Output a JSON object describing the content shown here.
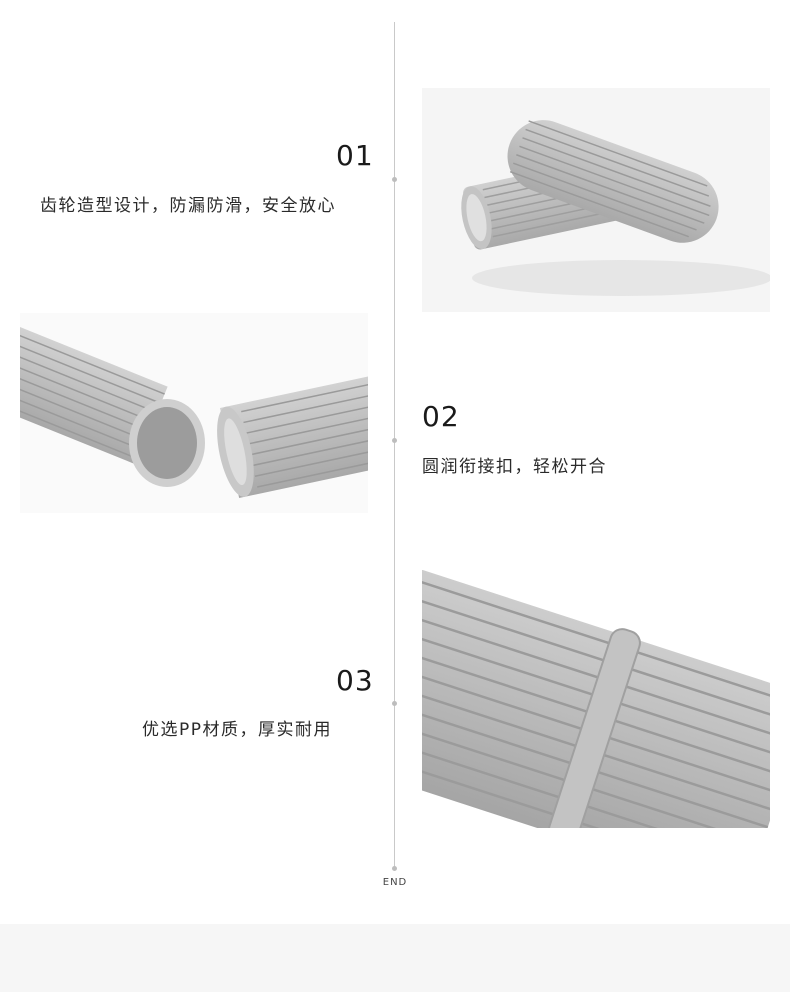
{
  "sections": [
    {
      "number": "01",
      "caption": "齿轮造型设计，防漏防滑，安全放心"
    },
    {
      "number": "02",
      "caption": "圆润衔接扣，轻松开合"
    },
    {
      "number": "03",
      "caption": "优选PP材质，厚实耐用"
    }
  ],
  "end_label": "END",
  "images": {
    "photo1": "ribbed-tube-with-cap-photo",
    "photo2": "tube-ends-threaded-photo",
    "photo3": "tube-ribs-closeup-photo"
  },
  "colors": {
    "tube": "#bfbfbf",
    "tube_shadow": "#a6a6a6",
    "line": "#c9c9c9"
  }
}
